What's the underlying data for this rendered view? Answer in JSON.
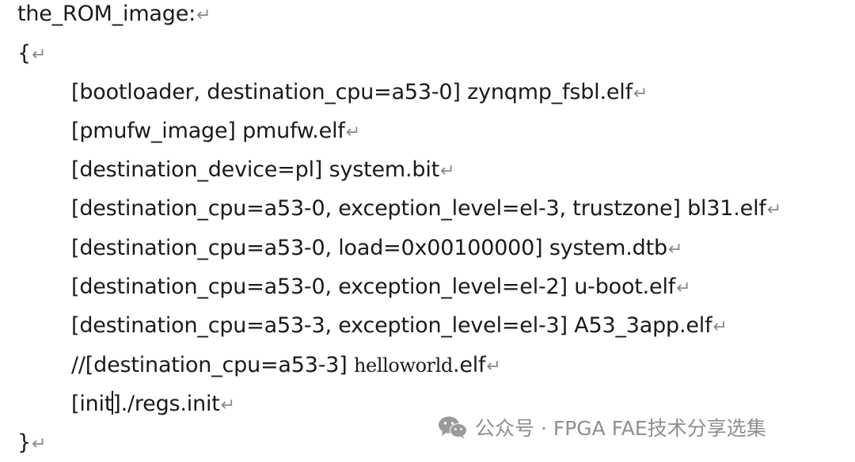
{
  "document": {
    "lines": [
      "the_ROM_image:",
      "{",
      "[bootloader, destination_cpu=a53-0] zynqmp_fsbl.elf",
      "[pmufw_image] pmufw.elf",
      "[destination_device=pl] system.bit",
      "[destination_cpu=a53-0, exception_level=el-3, trustzone] bl31.elf",
      "[destination_cpu=a53-0, load=0x00100000] system.dtb",
      "[destination_cpu=a53-0, exception_level=el-2] u-boot.elf",
      "[destination_cpu=a53-3, exception_level=el-3] A53_3app.elf",
      "//[destination_cpu=a53-3]",
      "helloworld",
      ".elf",
      "[init",
      "]./regs.init",
      "}"
    ],
    "paragraph_mark": "↵"
  },
  "watermark": {
    "icon": "wechat-icon",
    "text": "公众号 · FPGA FAE技术分享选集"
  },
  "colors": {
    "text": "#1a1a1a",
    "paragraph_mark": "#8a8a8a",
    "watermark": "#8f8f8f"
  }
}
